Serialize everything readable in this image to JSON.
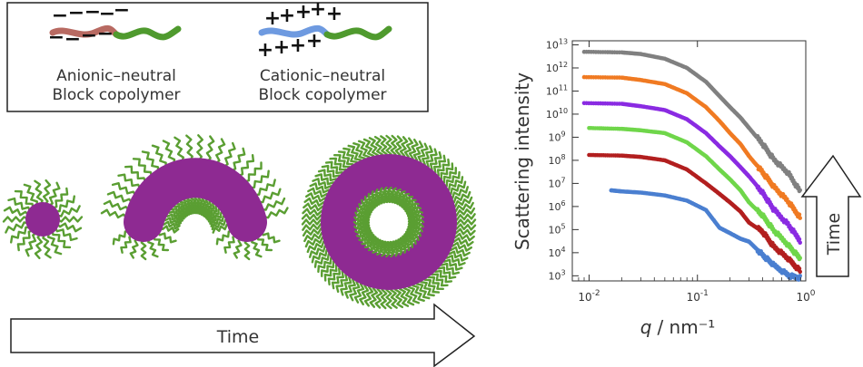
{
  "legend": {
    "anionic": {
      "line1": "Anionic–neutral",
      "line2": "Block copolymer",
      "charge_sign": "−"
    },
    "cationic": {
      "line1": "Cationic–neutral",
      "line2": "Block copolymer",
      "charge_sign": "+"
    }
  },
  "stages": [
    {
      "shape": "spherical-micelle"
    },
    {
      "shape": "bent-cylinder"
    },
    {
      "shape": "vesicle"
    }
  ],
  "time_arrow": {
    "label": "Time"
  },
  "time_arrow_vertical": {
    "label": "Time"
  },
  "colors": {
    "core": "#8e2a92",
    "corona": "#5a9e32",
    "anionic_block": "#b86a62",
    "cationic_block": "#6e9ae0",
    "neutral_block": "#4f9a2e"
  },
  "chart_data": {
    "type": "scatter",
    "xlabel_var": "q",
    "xlabel_unit": "/ nm⁻¹",
    "ylabel": "Scattering intensity",
    "xscale": "log",
    "yscale": "log",
    "xlim": [
      0.007,
      1.0
    ],
    "ylim": [
      600,
      15000000000000
    ],
    "x_ticks": [
      {
        "value": 0.01,
        "base": "10",
        "exp": "-2"
      },
      {
        "value": 0.1,
        "base": "10",
        "exp": "-1"
      },
      {
        "value": 1,
        "base": "10",
        "exp": "0"
      }
    ],
    "y_ticks": [
      {
        "value": 1000,
        "base": "10",
        "exp": "3"
      },
      {
        "value": 10000,
        "base": "10",
        "exp": "4"
      },
      {
        "value": 100000,
        "base": "10",
        "exp": "5"
      },
      {
        "value": 1000000,
        "base": "10",
        "exp": "6"
      },
      {
        "value": 10000000,
        "base": "10",
        "exp": "7"
      },
      {
        "value": 100000000,
        "base": "10",
        "exp": "8"
      },
      {
        "value": 1000000000,
        "base": "10",
        "exp": "9"
      },
      {
        "value": 10000000000,
        "base": "10",
        "exp": "10"
      },
      {
        "value": 100000000000,
        "base": "10",
        "exp": "11"
      },
      {
        "value": 1000000000000,
        "base": "10",
        "exp": "12"
      },
      {
        "value": 10000000000000,
        "base": "10",
        "exp": "13"
      }
    ],
    "series": [
      {
        "color": "#4a7fd0",
        "x": [
          0.016,
          0.02,
          0.03,
          0.05,
          0.08,
          0.12,
          0.16,
          0.2,
          0.25,
          0.3,
          0.4,
          0.5,
          0.7,
          0.9
        ],
        "y": [
          5000000,
          4500000,
          4000000,
          3000000,
          1800000,
          700000,
          120000,
          70000,
          40000,
          30000,
          8000,
          3000,
          1000,
          800
        ]
      },
      {
        "color": "#b21f1f",
        "x": [
          0.01,
          0.02,
          0.03,
          0.05,
          0.08,
          0.12,
          0.16,
          0.2,
          0.25,
          0.3,
          0.4,
          0.5,
          0.7,
          0.9
        ],
        "y": [
          170000000,
          160000000,
          140000000,
          100000000,
          40000000,
          10000000,
          3500000,
          1500000,
          600000,
          200000,
          80000,
          20000,
          5000,
          1500
        ]
      },
      {
        "color": "#6fd64a",
        "x": [
          0.01,
          0.02,
          0.03,
          0.05,
          0.08,
          0.12,
          0.16,
          0.2,
          0.25,
          0.3,
          0.4,
          0.5,
          0.7,
          0.9
        ],
        "y": [
          2500000000,
          2300000000,
          2000000000,
          1500000000,
          600000000,
          150000000,
          40000000,
          15000000,
          5000000,
          1500000,
          400000,
          100000,
          20000,
          5000
        ]
      },
      {
        "color": "#8a2be2",
        "x": [
          0.009,
          0.02,
          0.03,
          0.05,
          0.08,
          0.12,
          0.16,
          0.2,
          0.25,
          0.3,
          0.4,
          0.5,
          0.7,
          0.9
        ],
        "y": [
          30000000000,
          28000000000,
          22000000000,
          15000000000,
          6000000000,
          1500000000,
          400000000,
          150000000,
          50000000,
          20000000,
          4000000,
          800000,
          150000,
          30000
        ]
      },
      {
        "color": "#f07a22",
        "x": [
          0.009,
          0.02,
          0.03,
          0.05,
          0.08,
          0.12,
          0.16,
          0.2,
          0.25,
          0.3,
          0.4,
          0.5,
          0.7,
          0.9
        ],
        "y": [
          400000000000,
          380000000000,
          300000000000,
          200000000000,
          80000000000,
          20000000000,
          5000000000,
          1500000000,
          500000000,
          150000000,
          30000000,
          8000000,
          1500000,
          300000
        ]
      },
      {
        "color": "#808080",
        "x": [
          0.009,
          0.02,
          0.03,
          0.05,
          0.08,
          0.12,
          0.16,
          0.2,
          0.25,
          0.3,
          0.4,
          0.5,
          0.7,
          0.9
        ],
        "y": [
          5000000000000,
          4700000000000,
          4000000000000,
          2500000000000,
          1000000000000,
          250000000000,
          60000000000,
          20000000000,
          7000000000,
          2500000000,
          500000000,
          120000000,
          25000000,
          4000000
        ]
      }
    ]
  }
}
